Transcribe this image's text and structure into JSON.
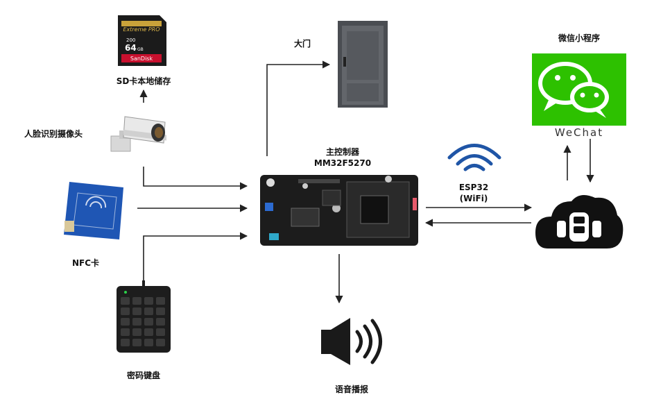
{
  "nodes": {
    "sd_card": {
      "label": "SD卡本地储存",
      "brand_top": "Extreme PRO",
      "capacity": "64",
      "capacity_unit": "GB",
      "brand_bottom": "SanDisk",
      "speed": "200"
    },
    "camera": {
      "label": "人脸识别摄像头"
    },
    "nfc": {
      "label": "NFC卡"
    },
    "keypad": {
      "label": "密码键盘"
    },
    "door": {
      "label": "大门"
    },
    "controller": {
      "title": "主控制器",
      "model": "MM32F5270"
    },
    "wifi": {
      "name": "ESP32",
      "sub": "(WiFi)"
    },
    "speaker": {
      "label": "语音播报"
    },
    "wechat": {
      "label": "微信小程序",
      "brand": "WeChat"
    },
    "cloud": {}
  },
  "colors": {
    "wifi_blue": "#1f55a6",
    "wechat_green": "#2dc100",
    "dark": "#1a1a1a",
    "arrow": "#222222"
  }
}
